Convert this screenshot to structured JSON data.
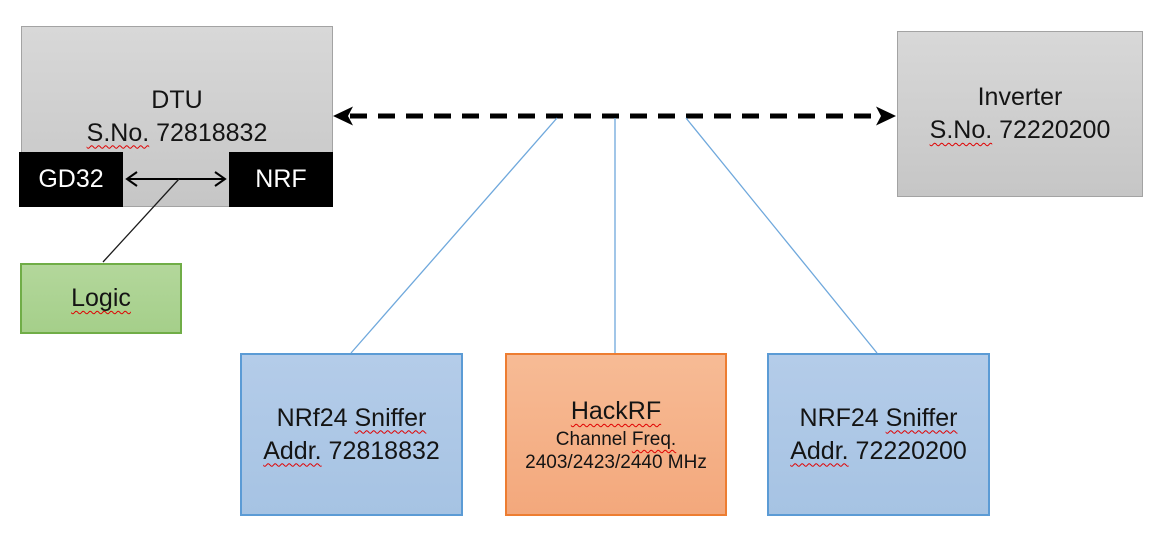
{
  "colors": {
    "box_gray_fill_top": "#d8d8d8",
    "box_gray_fill_bottom": "#c6c6c6",
    "box_gray_border": "#a3a3a3",
    "box_black_fill": "#000000",
    "box_green_fill_top": "#b3d79b",
    "box_green_fill_bottom": "#a5cf8a",
    "box_green_border": "#70ad47",
    "box_blue_fill_top": "#b4cce9",
    "box_blue_fill_bottom": "#a6c3e3",
    "box_blue_border": "#5b9bd5",
    "box_orange_fill_top": "#f7bb95",
    "box_orange_fill_bottom": "#f3a87c",
    "box_orange_border": "#ed7d31",
    "connector_blue": "#6fa8dc",
    "arrow_black": "#000000",
    "squiggle_red": "#e00000"
  },
  "dtu": {
    "title": "DTU",
    "serial_label": "S.No.",
    "serial_number": "72818832",
    "gd32_label": "GD32",
    "nrf_label": "NRF"
  },
  "inverter": {
    "title": "Inverter",
    "serial_label": "S.No.",
    "serial_number": "72220200"
  },
  "logic": {
    "label": "Logic"
  },
  "sniffer_left": {
    "name_prefix": "NRf24",
    "name_word": "Sniffer",
    "addr_label": "Addr.",
    "addr_value": "72818832"
  },
  "hackrf": {
    "title": "HackRF",
    "freq_label_word1": "Channel",
    "freq_label_word2": "Freq.",
    "frequencies": "2403/2423/2440 MHz"
  },
  "sniffer_right": {
    "name_prefix": "NRF24",
    "name_word": "Sniffer",
    "addr_label": "Addr.",
    "addr_value": "72220200"
  },
  "links": [
    {
      "from": "DTU",
      "to": "Inverter",
      "style": "dashed double arrow"
    },
    {
      "from": "GD32",
      "to": "NRF",
      "style": "double arrow"
    },
    {
      "from": "GD32-NRF arrow",
      "to": "Logic",
      "style": "thin line"
    },
    {
      "from": "DTU-Inverter link",
      "to": "NRf24 Sniffer Addr. 72818832",
      "style": "blue line"
    },
    {
      "from": "DTU-Inverter link",
      "to": "HackRF",
      "style": "blue line"
    },
    {
      "from": "DTU-Inverter link",
      "to": "NRF24 Sniffer Addr. 72220200",
      "style": "blue line"
    }
  ]
}
